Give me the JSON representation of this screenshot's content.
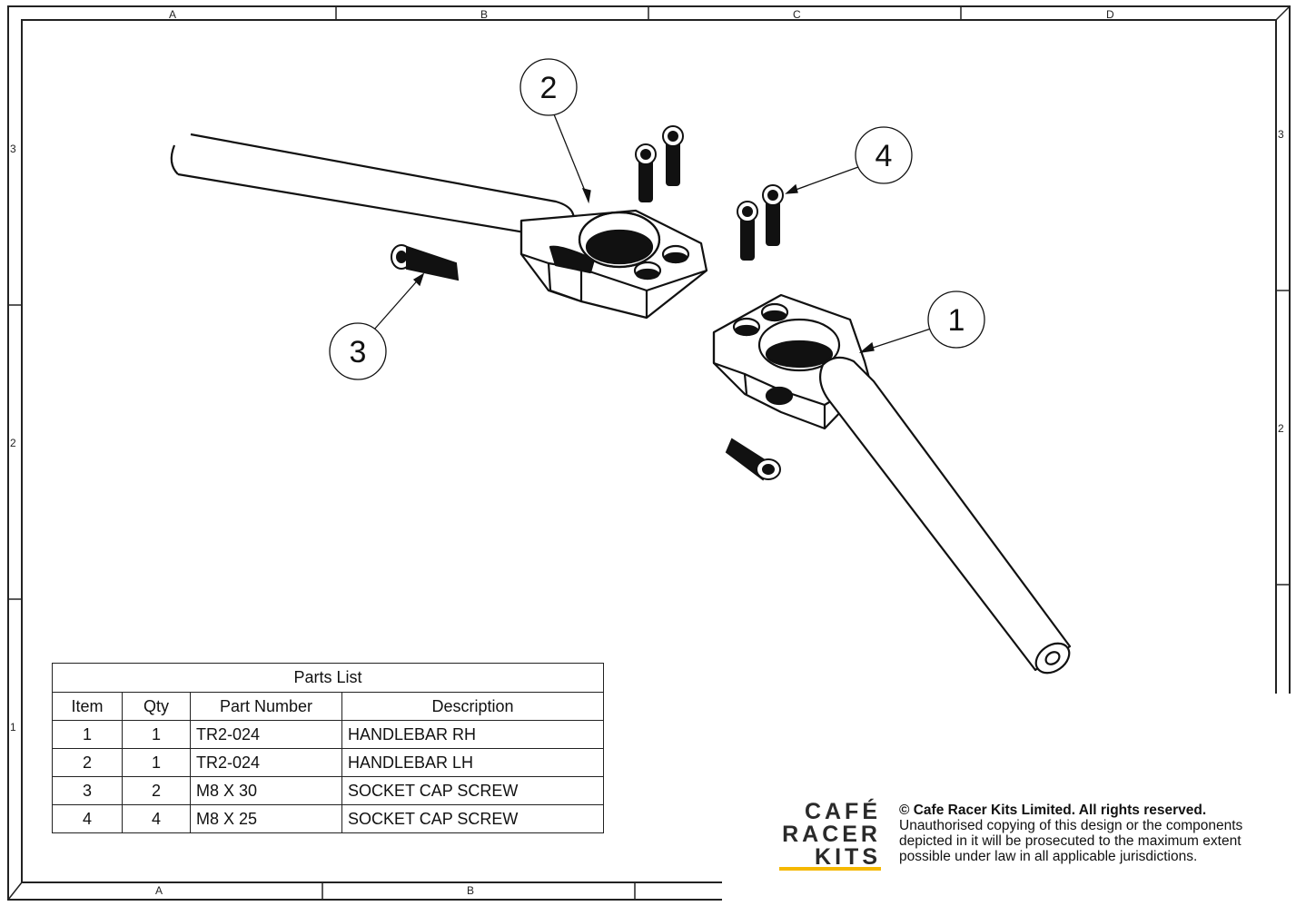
{
  "zones": {
    "top": [
      "A",
      "B",
      "C",
      "D"
    ],
    "bottom": [
      "A",
      "B"
    ],
    "left": [
      "3",
      "2",
      "1"
    ],
    "right": [
      "3",
      "2"
    ]
  },
  "balloons": [
    "1",
    "2",
    "3",
    "4"
  ],
  "parts_list": {
    "title": "Parts List",
    "headers": [
      "Item",
      "Qty",
      "Part Number",
      "Description"
    ],
    "rows": [
      [
        "1",
        "1",
        "TR2-024",
        "HANDLEBAR RH"
      ],
      [
        "2",
        "1",
        "TR2-024",
        "HANDLEBAR LH"
      ],
      [
        "3",
        "2",
        "M8 X 30",
        "SOCKET CAP SCREW"
      ],
      [
        "4",
        "4",
        "M8 X 25",
        "SOCKET CAP SCREW"
      ]
    ]
  },
  "logo": {
    "lines": [
      "CAFÉ",
      "RACER",
      "KITS"
    ],
    "accent_color": "#f5b800"
  },
  "copyright": {
    "heading": "© Cafe Racer Kits Limited. All rights reserved.",
    "body": "Unauthorised copying of this design or the components depicted in it will be prosecuted to the maximum extent possible under law in all applicable jurisdictions."
  }
}
